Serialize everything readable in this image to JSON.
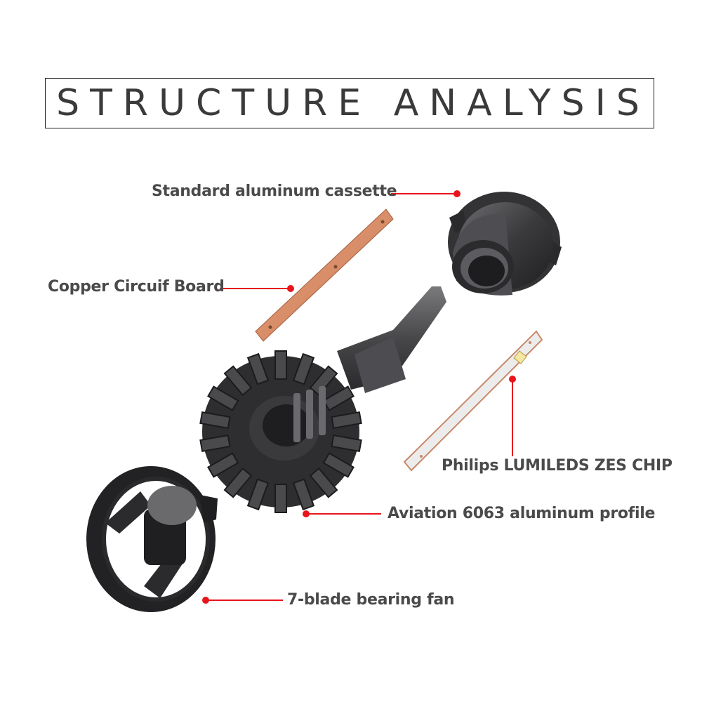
{
  "title": "STRUCTURE ANALYSIS",
  "labels": {
    "cassette": "Standard aluminum cassette",
    "copper_board": "Copper Circuif Board",
    "chip": "Philips LUMILEDS ZES CHIP",
    "profile": "Aviation 6063 aluminum profile",
    "fan": "7-blade bearing fan"
  },
  "colors": {
    "leader_line": "#e8141c",
    "text": "#4a4a4a",
    "metal": "#3b3b3d",
    "copper": "#d9906a"
  }
}
